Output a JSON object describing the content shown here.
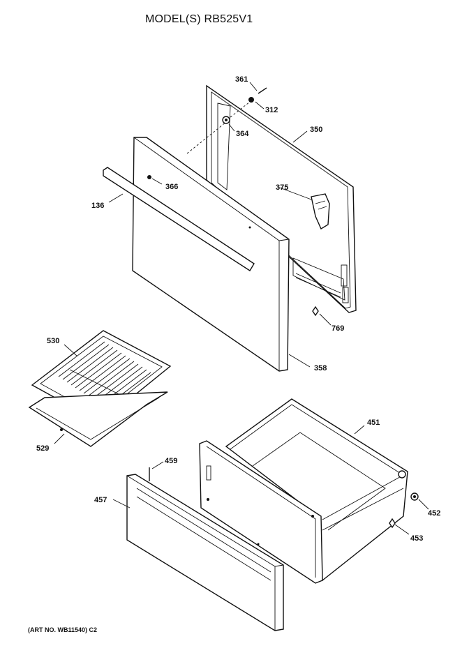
{
  "header": {
    "title": "MODEL(S) RB525V1"
  },
  "footer": {
    "art_number": "(ART NO. WB11540) C2"
  },
  "parts": {
    "p361": "361",
    "p312": "312",
    "p364": "364",
    "p350": "350",
    "p366": "366",
    "p136": "136",
    "p375": "375",
    "p769": "769",
    "p358": "358",
    "p530": "530",
    "p529": "529",
    "p451": "451",
    "p459": "459",
    "p457": "457",
    "p452": "452",
    "p453": "453"
  }
}
